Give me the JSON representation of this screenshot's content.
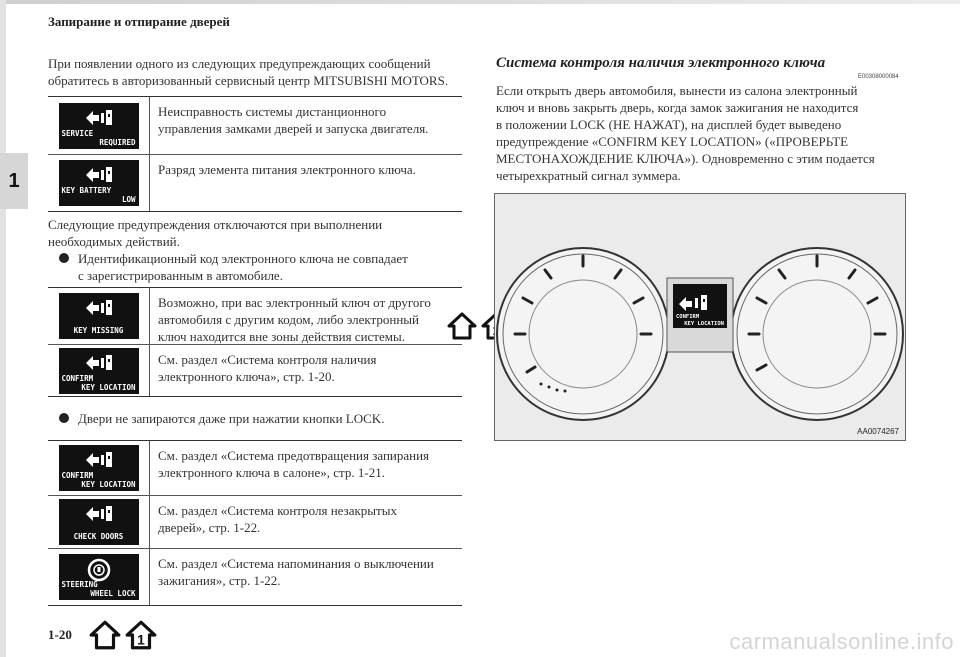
{
  "header": {
    "section_title": "Запирание и отпирание дверей"
  },
  "chapter_number": "1",
  "intro": {
    "line1": "При появлении одного из следующих предупреждающих сообщений",
    "line2": "обратитесь в авторизованный сервисный центр MITSUBISHI MOTORS."
  },
  "table1": {
    "rows": [
      {
        "icon_label1": "SERVICE",
        "icon_label2": "REQUIRED",
        "line1": "Неисправность системы дистанционного",
        "line2": "управления замками дверей и запуска двигателя."
      },
      {
        "icon_label1": "KEY BATTERY",
        "icon_label2": "LOW",
        "line1": "Разряд элемента питания электронного ключа.",
        "line2": ""
      }
    ]
  },
  "mid_text": {
    "line1": "Следующие предупреждения отключаются при выполнении",
    "line2": "необходимых действий.",
    "bullet1_line1": "Идентификационный код электронного ключа не совпадает",
    "bullet1_line2": "с зарегистрированным в автомобиле."
  },
  "table2": {
    "rows": [
      {
        "icon_label": "KEY MISSING",
        "line1": "Возможно, при вас электронный ключ от другого",
        "line2": "автомобиля с другим кодом, либо электронный",
        "line3": "ключ находится вне зоны действия системы."
      },
      {
        "icon_label1": "CONFIRM",
        "icon_label2": "KEY LOCATION",
        "line1": "См. раздел «Система контроля наличия",
        "line2": "электронного ключа», стр. 1-20."
      }
    ]
  },
  "bullet2": "Двери не запираются даже при нажатии кнопки LOCK.",
  "table3": {
    "rows": [
      {
        "icon_label1": "CONFIRM",
        "icon_label2": "KEY LOCATION",
        "line1": "См. раздел «Система предотвращения запирания",
        "line2": "электронного ключа в салоне», стр. 1-21."
      },
      {
        "icon_label": "CHECK DOORS",
        "line1": "См. раздел «Система контроля незакрытых",
        "line2": "дверей», стр. 1-22."
      },
      {
        "icon_label1": "STEERING",
        "icon_label2": "WHEEL LOCK",
        "line1": "См. раздел «Система напоминания о выключении",
        "line2": "зажигания», стр. 1-22."
      }
    ]
  },
  "right": {
    "title": "Система контроля наличия электронного ключа",
    "code": "E00308000084",
    "lines": [
      "Если открыть дверь автомобиля, вынести из салона электронный",
      "ключ и вновь закрыть дверь, когда замок зажигания не находится",
      "в положении LOCK (НЕ НАЖАТ), на дисплей будет выведено",
      "предупреждение «CONFIRM KEY LOCATION» («ПРОВЕРЬТЕ",
      "МЕСТОНАХОЖДЕНИЕ КЛЮЧА»). Одновременно с этим подается",
      "четырехкратный сигнал зуммера."
    ],
    "figure": {
      "display_label1": "CONFIRM",
      "display_label2": "KEY LOCATION",
      "code": "AA0074267"
    }
  },
  "footer": {
    "page_number": "1-20",
    "watermark": "carmanualsonline.info"
  },
  "colors": {
    "icon_bg": "#111111",
    "figure_bg": "#ebebeb",
    "tab_bg": "#d6d6d6"
  }
}
